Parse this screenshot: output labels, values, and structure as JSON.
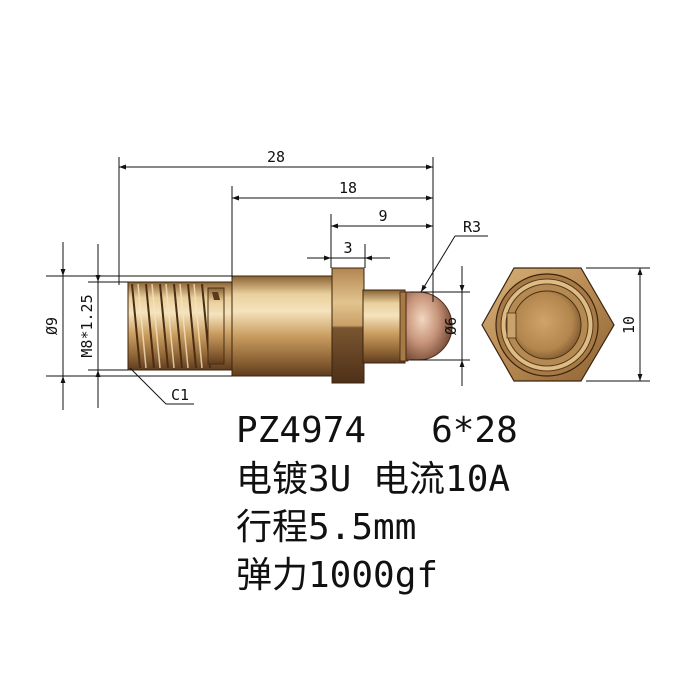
{
  "dimensions": {
    "length_overall": "28",
    "length_body": "18",
    "length_tip": "9",
    "hex_width": "3",
    "tip_radius": "R3",
    "thread_diameter": "Ø9",
    "thread_spec": "M8*1.25",
    "chamfer": "C1",
    "tip_diameter": "Ø6",
    "hex_across_flats": "10"
  },
  "specs": {
    "line1": "PZ4974   6*28",
    "line2": "电镀3U 电流10A",
    "line3": "行程5.5mm",
    "line4": "弹力1000gf"
  },
  "colors": {
    "brass_light": "#f2dcae",
    "brass_mid": "#c79a5c",
    "brass_dark": "#6b4524",
    "line": "#111111"
  }
}
